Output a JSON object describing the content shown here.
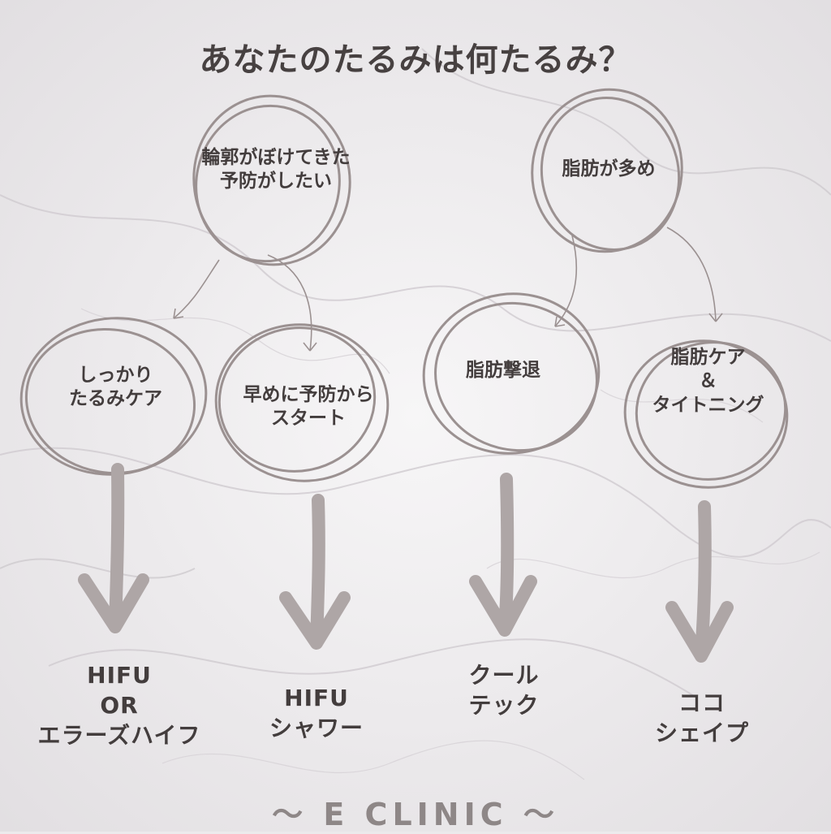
{
  "title": "あなたのたるみは何たるみ？",
  "top_nodes": [
    {
      "label": "輪郭がぼけてきた\n予防がしたい"
    },
    {
      "label": "脂肪が多め"
    }
  ],
  "mid_nodes": [
    {
      "label": "しっかり\nたるみケア"
    },
    {
      "label": "早めに予防から\nスタート"
    },
    {
      "label": "脂肪撃退"
    },
    {
      "label": "脂肪ケア\n＆\nタイトニング"
    }
  ],
  "results": [
    {
      "label": "HIFU\nOR\nエラーズハイフ"
    },
    {
      "label": "HIFU\nシャワー"
    },
    {
      "label": "クール\nテック"
    },
    {
      "label": "ココ\nシェイプ"
    }
  ],
  "footer": "〜 E CLINIC 〜",
  "colors": {
    "arrow": "#aea6a6",
    "circle": "#9b9191",
    "text": "#433d3d",
    "background": "#eceaec"
  }
}
